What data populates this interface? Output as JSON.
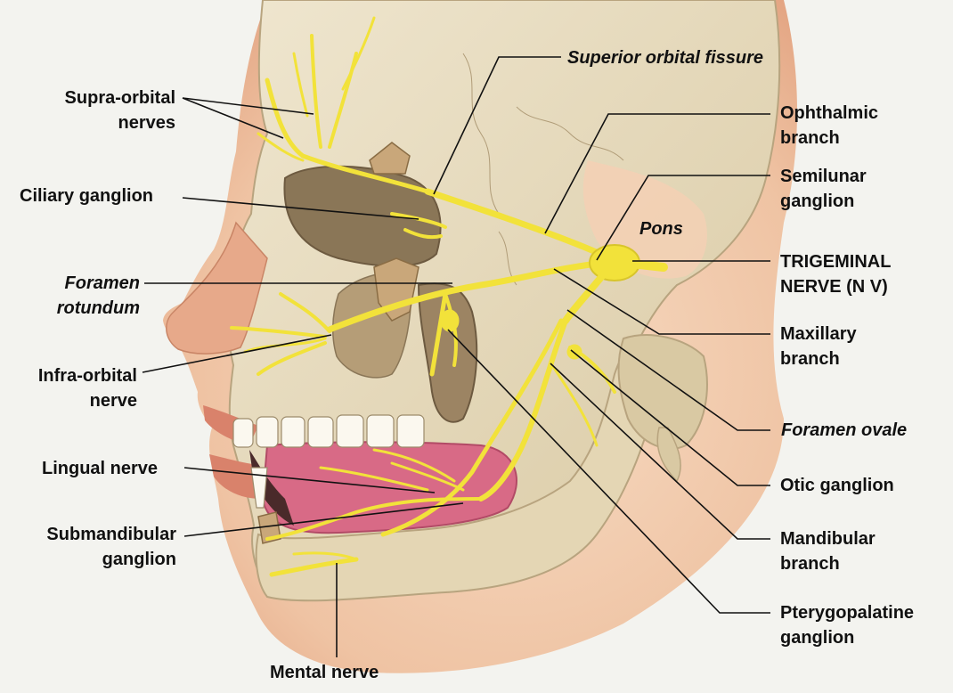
{
  "labels": {
    "supra_orbital": [
      "Supra-orbital",
      "nerves"
    ],
    "ciliary_ganglion": "Ciliary ganglion",
    "foramen_rotundum": [
      "Foramen",
      "rotundum"
    ],
    "infra_orbital": [
      "Infra-orbital",
      "nerve"
    ],
    "lingual_nerve": "Lingual nerve",
    "submandibular": [
      "Submandibular",
      "ganglion"
    ],
    "mental_nerve": "Mental nerve",
    "superior_orbital_fissure": "Superior orbital fissure",
    "ophthalmic": [
      "Ophthalmic",
      "branch"
    ],
    "semilunar": [
      "Semilunar",
      "ganglion"
    ],
    "pons": "Pons",
    "trigeminal": [
      "TRIGEMINAL",
      "NERVE (N V)"
    ],
    "maxillary": [
      "Maxillary",
      "branch"
    ],
    "foramen_ovale": "Foramen ovale",
    "otic_ganglion": "Otic ganglion",
    "mandibular": [
      "Mandibular",
      "branch"
    ],
    "pterygopalatine": [
      "Pterygopalatine",
      "ganglion"
    ]
  },
  "colors": {
    "background": "#f3f3ef",
    "bone": "#e8dcc0",
    "skin": "#f0c8a8",
    "nerve": "#f2e23a",
    "tongue": "#d86a86",
    "label": "#111111"
  }
}
